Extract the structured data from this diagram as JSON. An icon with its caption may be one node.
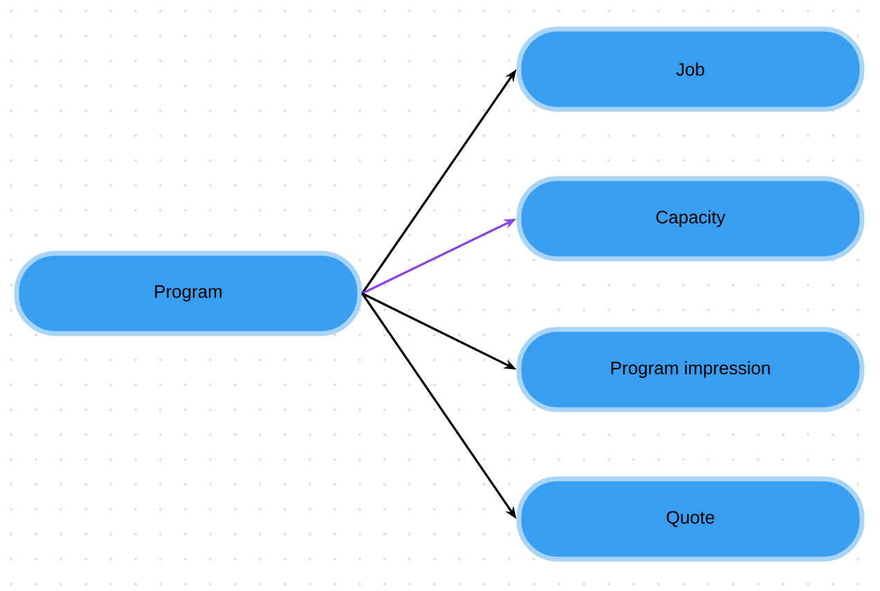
{
  "diagram": {
    "nodes": [
      {
        "text": [
          "Program"
        ]
      },
      {
        "text": [
          "Job"
        ]
      },
      {
        "text": [
          "Capacity"
        ]
      },
      {
        "text": [
          "Program impression"
        ]
      },
      {
        "text": [
          "Quote"
        ]
      }
    ],
    "edges": [
      {
        "from": 0,
        "to": 1,
        "arrow": "to"
      },
      {
        "from": 0,
        "to": 2,
        "arrow": "to",
        "color": "#8a44e8"
      },
      {
        "from": 0,
        "to": 3,
        "arrow": "to"
      },
      {
        "from": 0,
        "to": 4,
        "arrow": "to"
      }
    ]
  }
}
